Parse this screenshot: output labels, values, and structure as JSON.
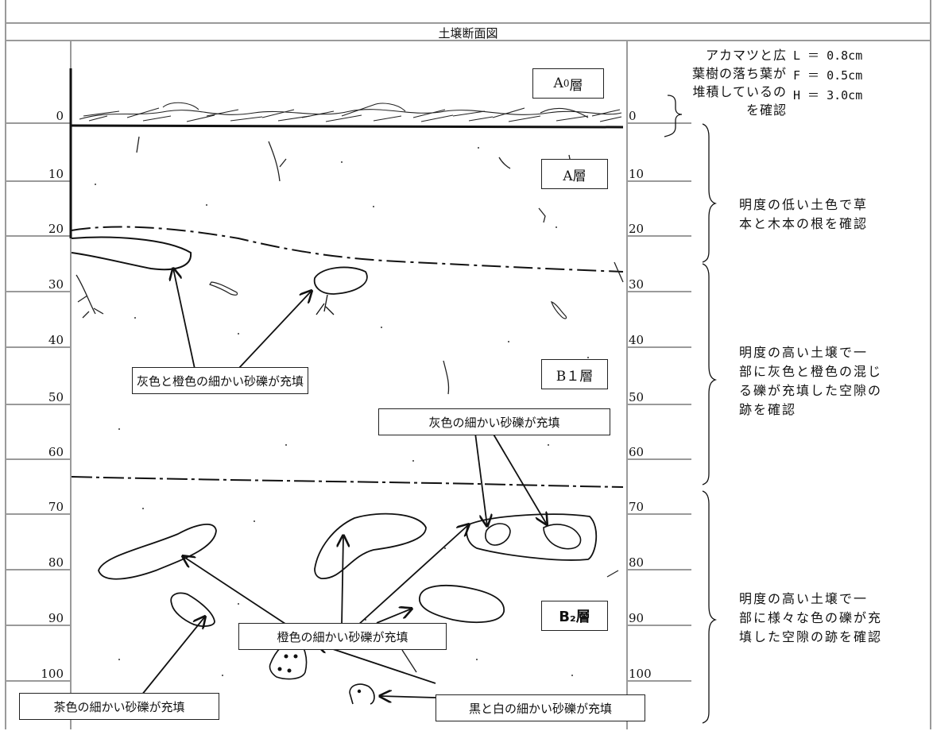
{
  "title": "土壌断面図",
  "depth_ticks": [
    "0",
    "10",
    "20",
    "30",
    "40",
    "50",
    "60",
    "70",
    "80",
    "90",
    "100"
  ],
  "layer_labels": {
    "a0": "A0層",
    "a0_main": "A",
    "a0_sub": "0",
    "a0_suffix": "層",
    "a": "A層",
    "b1": "B１層",
    "b2": "B₂層"
  },
  "callouts": {
    "gray_orange": "灰色と橙色の細かい砂礫が充填",
    "gray": "灰色の細かい砂礫が充填",
    "orange": "橙色の細かい砂礫が充填",
    "brown": "茶色の細かい砂礫が充填",
    "black_white": "黒と白の細かい砂礫が充填"
  },
  "descriptions": {
    "a0_lines": [
      "アカマツと広",
      "葉樹の落ち葉が",
      "堆積しているの",
      "を確認"
    ],
    "a0_measures": [
      "L ＝ 0.8cm",
      "F ＝ 0.5cm",
      "H ＝ 3.0cm"
    ],
    "a_lines": [
      "明度の低い土色で草",
      "本と木本の根を確認"
    ],
    "b1_lines": [
      "明度の高い土壌で一",
      "部に灰色と橙色の混じ",
      "る礫が充填した空隙の",
      "跡を確認"
    ],
    "b2_lines": [
      "明度の高い土壌で一",
      "部に様々な色の礫が充",
      "填した空隙の跡を確認"
    ]
  }
}
